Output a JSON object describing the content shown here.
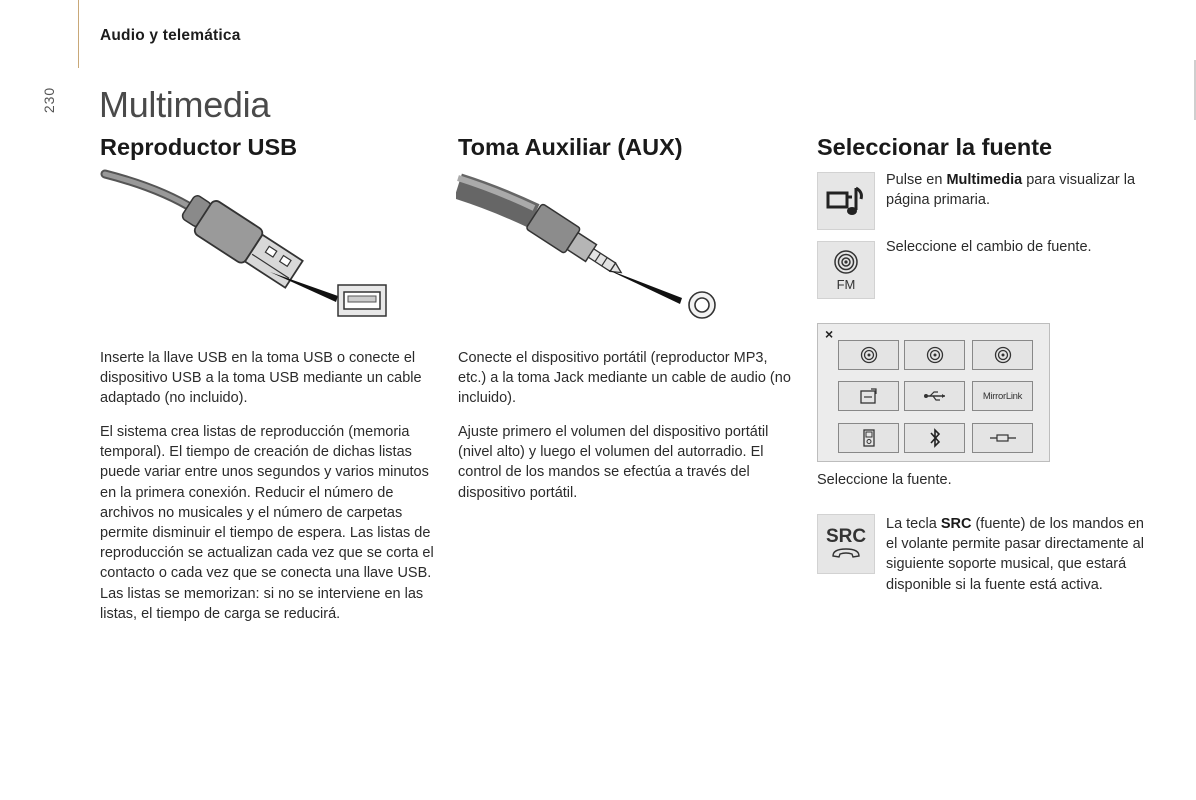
{
  "header": {
    "section": "Audio y telemática",
    "page_number": "230"
  },
  "title": "Multimedia",
  "columns": [
    {
      "title": "Reproductor USB",
      "paragraphs": [
        "Inserte la llave USB en la toma USB o conecte el dispositivo USB a la toma USB mediante un cable adaptado (no incluido).",
        "El sistema crea listas de reproducción (memoria temporal). El tiempo de creación de dichas listas puede variar entre unos segundos y varios minutos en la primera conexión. Reducir el número de archivos no musicales y el número de carpetas permite disminuir el tiempo de espera. Las listas de reproducción se actualizan cada vez que se corta el contacto o cada vez que se conecta una llave USB. Las listas se memorizan: si no se interviene en las listas, el tiempo de carga se reducirá."
      ]
    },
    {
      "title": "Toma Auxiliar (AUX)",
      "paragraphs": [
        "Conecte el dispositivo portátil (reproductor MP3, etc.) a la toma Jack mediante un cable de audio (no incluido).",
        "Ajuste primero el volumen del dispositivo portátil (nivel alto) y luego el volumen del autorradio. El control de los mandos se efectúa a través del dispositivo portátil."
      ]
    },
    {
      "title": "Seleccionar la fuente",
      "step1_pre": "Pulse en ",
      "step1_bold": "Multimedia",
      "step1_post": " para visualizar la página primaria.",
      "step2": "Seleccione el cambio de fuente.",
      "fm_label": "FM",
      "panel_close": "×",
      "panel_mirrorlink": "MirrorLink",
      "step3": "Seleccione la fuente.",
      "src_label": "SRC",
      "step4_pre": "La tecla ",
      "step4_bold": "SRC",
      "step4_post": " (fuente) de los mandos en el volante permite pasar directamente al siguiente soporte musical, que estará disponible si la fuente está activa."
    }
  ],
  "source_grid": [
    [
      "disc-icon",
      "disc-icon",
      "disc-icon"
    ],
    [
      "sd-card-icon",
      "usb-icon",
      "mirrorlink-label"
    ],
    [
      "ipod-icon",
      "bluetooth-icon",
      "aux-jack-icon"
    ]
  ]
}
